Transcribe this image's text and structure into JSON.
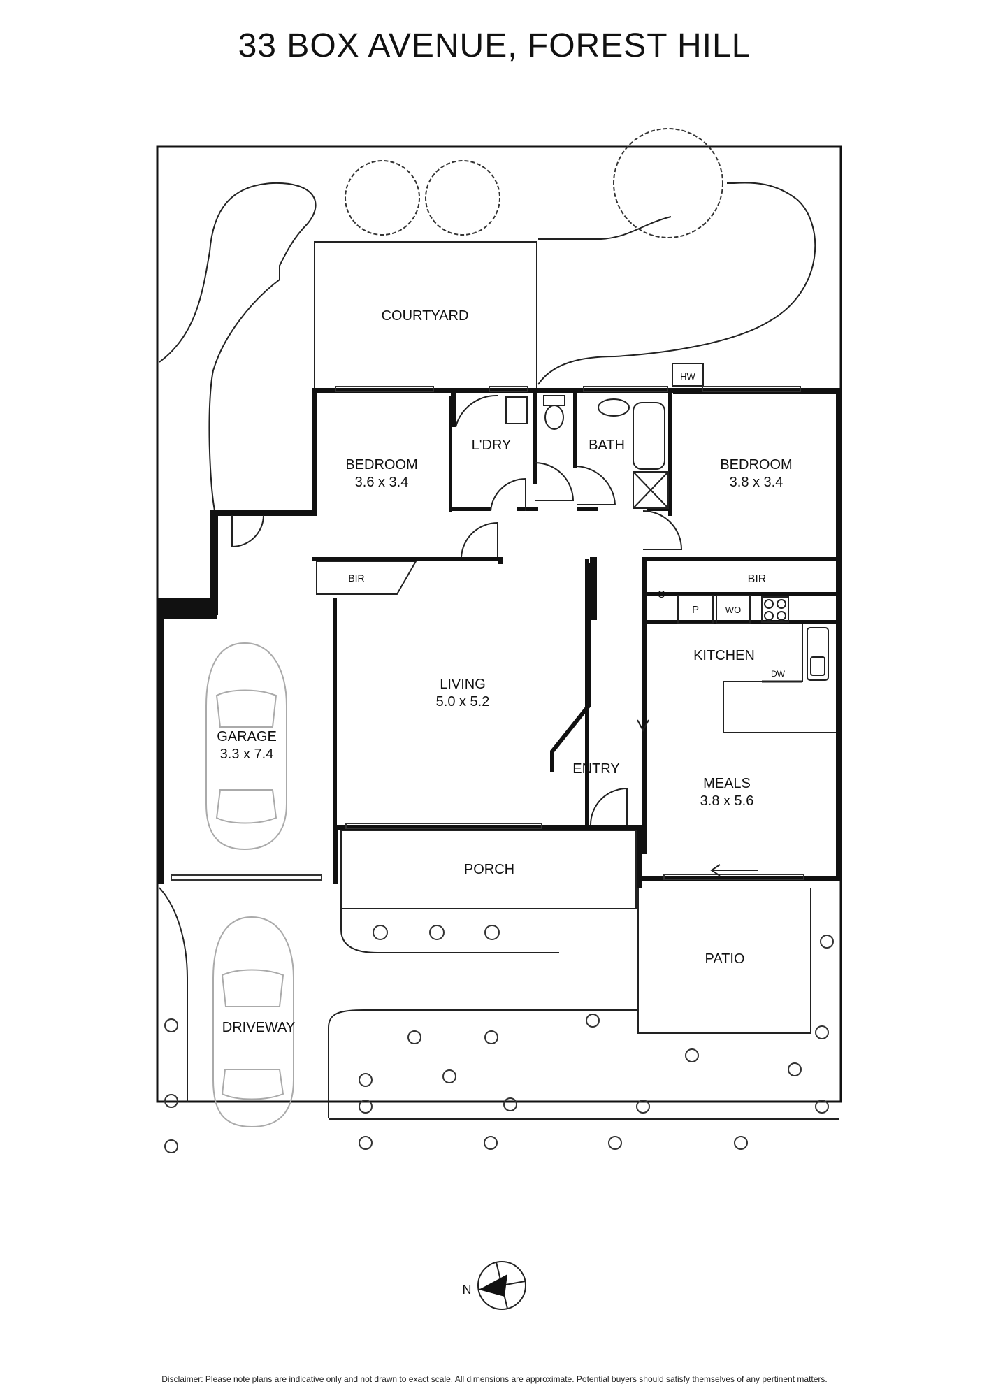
{
  "title": "33 BOX AVENUE, FOREST HILL",
  "rooms": {
    "courtyard": "COURTYARD",
    "bedroom1": {
      "name": "BEDROOM",
      "dims": "3.6 x 3.4"
    },
    "laundry": "L'DRY",
    "bath": "BATH",
    "bedroom2": {
      "name": "BEDROOM",
      "dims": "3.8 x 3.4"
    },
    "bir1": "BIR",
    "bir2": "BIR",
    "cupboard": "C",
    "pantry": "P",
    "wall_oven": "WO",
    "hot_water": "HW",
    "kitchen": "KITCHEN",
    "dishwasher": "DW",
    "living": {
      "name": "LIVING",
      "dims": "5.0 x 5.2"
    },
    "entry": "ENTRY",
    "meals": {
      "name": "MEALS",
      "dims": "3.8 x 5.6"
    },
    "garage": {
      "name": "GARAGE",
      "dims": "3.3 x 7.4"
    },
    "porch": "PORCH",
    "patio": "PATIO",
    "driveway": "DRIVEWAY"
  },
  "compass": {
    "label": "N"
  },
  "disclaimer": "Disclaimer: Please note plans are indicative only and not drawn to exact scale. All dimensions are approximate. Potential buyers should satisfy themselves of any pertinent matters."
}
